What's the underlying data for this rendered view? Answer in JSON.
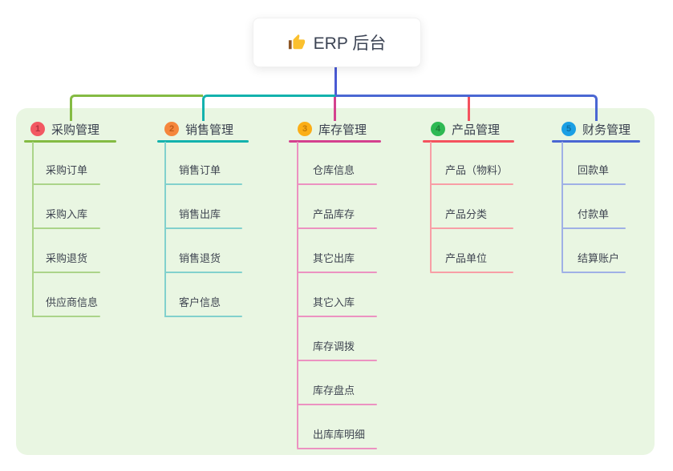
{
  "root": {
    "label": "ERP 后台",
    "icon": "thumbs-up-icon"
  },
  "colors": {
    "page_background": "#ffffff",
    "panel_background": "#e9f6e2",
    "root_line": "#4a5ad4",
    "root_text": "#3c4454",
    "header_text": "#39404e",
    "child_text": "#3f4551"
  },
  "branches": [
    {
      "num": "1",
      "label": "采购管理",
      "badge_color": "#f25862",
      "badge_text_color": "#b5323f",
      "line_color": "#84bb43",
      "child_line_color": "#abd489",
      "children": [
        "采购订单",
        "采购入库",
        "采购退货",
        "供应商信息"
      ]
    },
    {
      "num": "2",
      "label": "销售管理",
      "badge_color": "#f5863c",
      "badge_text_color": "#c05a1a",
      "line_color": "#13b2ad",
      "child_line_color": "#82d1cd",
      "children": [
        "销售订单",
        "销售出库",
        "销售退货",
        "客户信息"
      ]
    },
    {
      "num": "3",
      "label": "库存管理",
      "badge_color": "#fbae17",
      "badge_text_color": "#c47c0a",
      "line_color": "#d4418e",
      "child_line_color": "#ec92c1",
      "children": [
        "仓库信息",
        "产品库存",
        "其它出库",
        "其它入库",
        "库存调拨",
        "库存盘点",
        "出库库明细"
      ]
    },
    {
      "num": "4",
      "label": "产品管理",
      "badge_color": "#2eb953",
      "badge_text_color": "#1e7d38",
      "line_color": "#f4525e",
      "child_line_color": "#f89ea6",
      "children": [
        "产品（物料）",
        "产品分类",
        "产品单位"
      ]
    },
    {
      "num": "5",
      "label": "财务管理",
      "badge_color": "#1b9fe4",
      "badge_text_color": "#0f6fa3",
      "line_color": "#4a67d3",
      "child_line_color": "#9fb0e6",
      "children": [
        "回款单",
        "付款单",
        "结算账户"
      ]
    }
  ]
}
